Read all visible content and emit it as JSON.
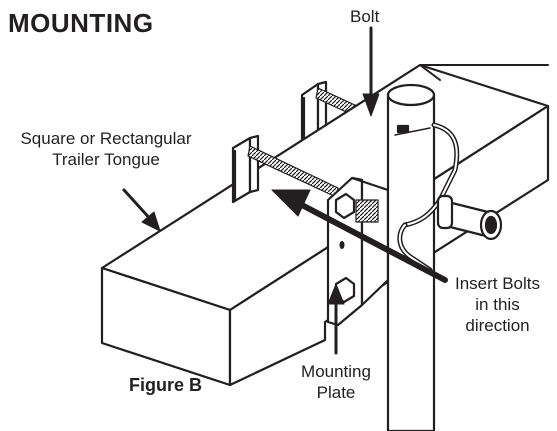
{
  "heading": "MOUNTING",
  "labels": {
    "bolt": "Bolt",
    "tongue_line1": "Square or Rectangular",
    "tongue_line2": "Trailer Tongue",
    "insert_line1": "Insert Bolts",
    "insert_line2": "in this",
    "insert_line3": "direction",
    "plate_line1": "Mounting",
    "plate_line2": "Plate"
  },
  "caption": "Figure B"
}
